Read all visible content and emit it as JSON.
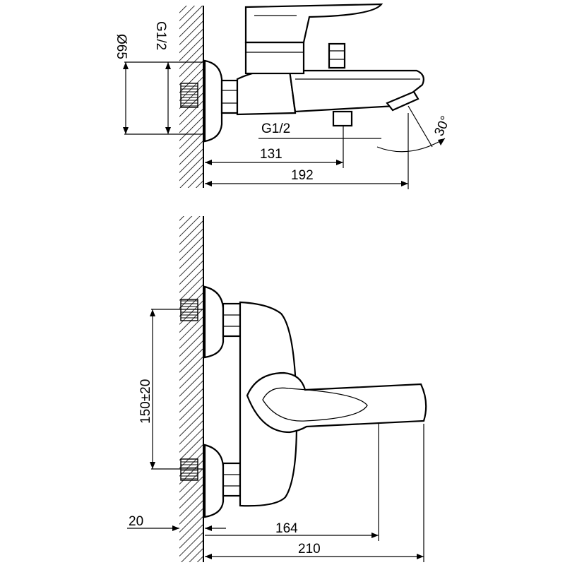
{
  "top_view": {
    "dims": {
      "diameter": "Ø65",
      "thread_inlet": "G1/2",
      "thread_outlet": "G1/2",
      "depth_outlet": "131",
      "depth_total": "192",
      "angle": "30°"
    }
  },
  "front_view": {
    "dims": {
      "center_distance": "150±20",
      "offset": "20",
      "spout_depth": "164",
      "total_depth": "210"
    }
  }
}
